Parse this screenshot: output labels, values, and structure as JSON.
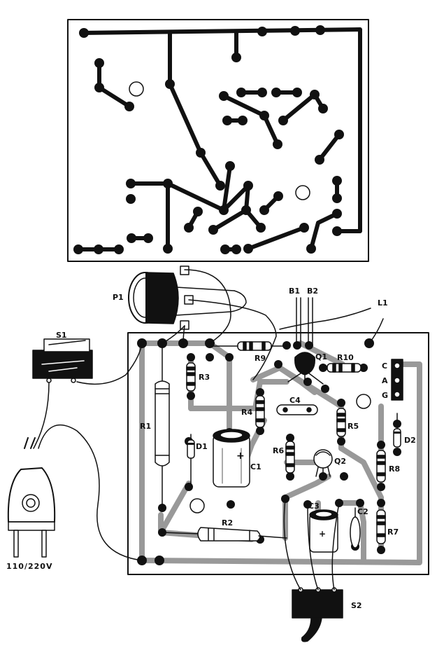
{
  "labels": {
    "p1": "P1",
    "b1": "B1",
    "b2": "B2",
    "l1": "L1",
    "s1": "S1",
    "s2": "S2",
    "r1": "R1",
    "r2": "R2",
    "r3": "R3",
    "r4": "R4",
    "r5": "R5",
    "r6": "R6",
    "r7": "R7",
    "r8": "R8",
    "r9": "R9",
    "r10": "R10",
    "c1": "C1",
    "c2": "C2",
    "c3": "C3",
    "c4": "C4",
    "d1": "D1",
    "d2": "D2",
    "q1": "Q1",
    "q2": "Q2",
    "pin_c": "C",
    "pin_a": "A",
    "pin_g": "G",
    "voltage": "110/220V"
  },
  "colors": {
    "ink": "#111111",
    "paper": "#ffffff"
  }
}
